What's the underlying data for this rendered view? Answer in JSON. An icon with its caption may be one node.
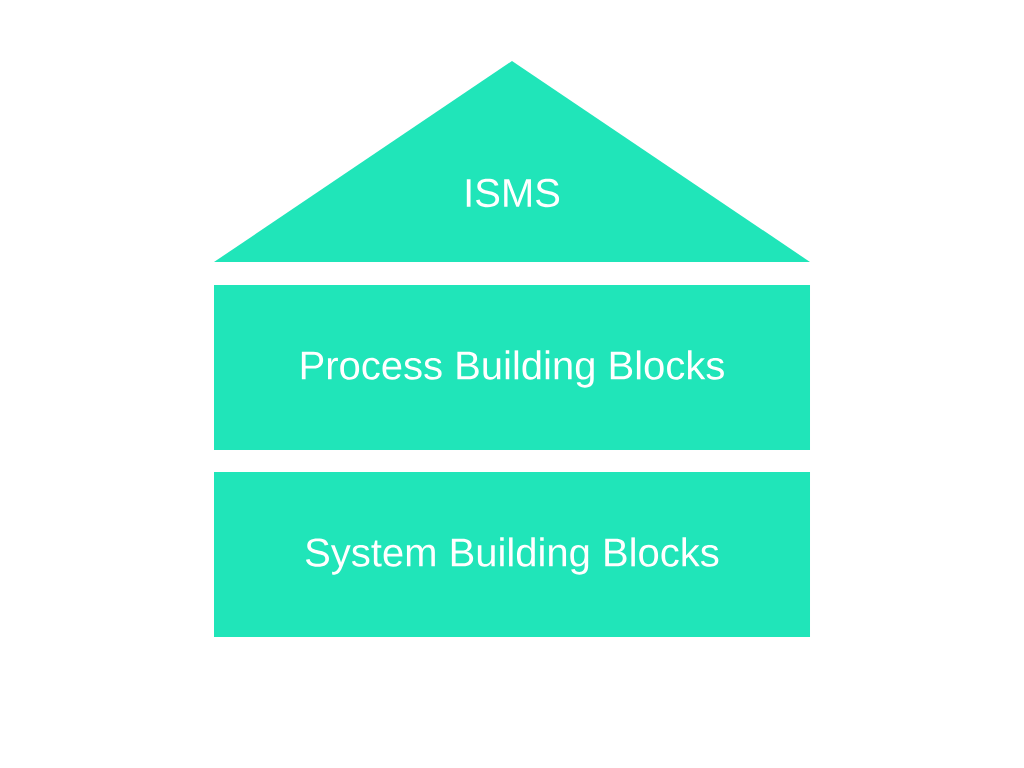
{
  "diagram": {
    "nodes": [
      {
        "text": [
          "ISMS"
        ]
      },
      {
        "text": [
          "Process Building Blocks"
        ]
      },
      {
        "text": [
          "System Building Blocks"
        ]
      }
    ]
  }
}
